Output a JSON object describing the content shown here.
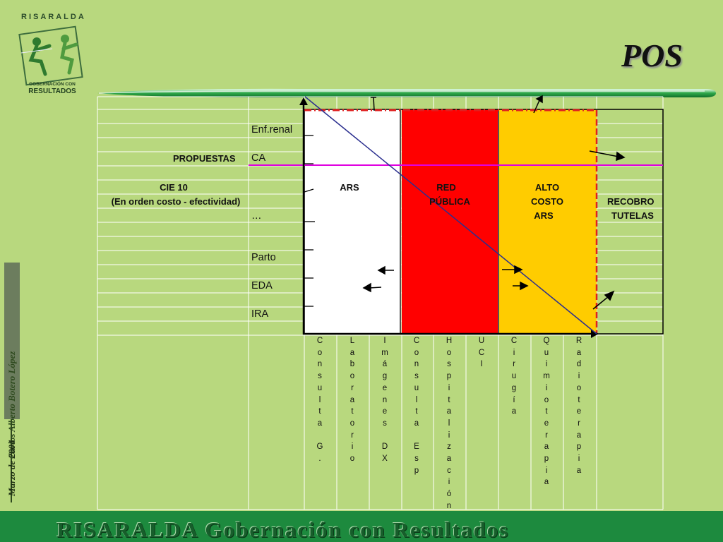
{
  "logo": {
    "top_text": "RISARALDA",
    "mid_text": "GOBERNACIÓN CON",
    "bottom_text": "RESULTADOS"
  },
  "slide_title": "POS",
  "side": {
    "author": "Carlos Alberto Botero López",
    "date": "Marzo de 2004"
  },
  "footer_banner": "RISARALDA Gobernación con Resultados",
  "diagram": {
    "left_column": {
      "propuestas": "PROPUESTAS",
      "cie_line1": "CIE 10",
      "cie_line2": "(En orden costo - efectividad)"
    },
    "conditions": [
      "Enf.renal",
      "CA",
      "…",
      "Parto",
      "EDA",
      "IRA"
    ],
    "zones": {
      "ars": "ARS",
      "red_publica_line1": "RED",
      "red_publica_line2": "PÚBLICA",
      "alto_costo_line1": "ALTO",
      "alto_costo_line2": "COSTO",
      "alto_costo_line3": "ARS",
      "recobro_line1": "RECOBRO",
      "recobro_line2": "TUTELAS"
    },
    "services": [
      "Consulta G.",
      "Laboratorio",
      "Imágenes DX",
      "Consulta Esp",
      "Hospitalización",
      "UCI",
      "Cirugía",
      "Quimioterapia",
      "Radioterapia"
    ],
    "service_columns": [
      "C\no\nn\ns\nu\nl\nt\na\n\nG\n.",
      "L\na\nb\no\nr\na\nt\no\nr\ni\no",
      "I\nm\ná\ng\ne\nn\ne\ns\n\nD\nX",
      "C\no\nn\ns\nu\nl\nt\na\n\nE\ns\np",
      "H\no\ns\np\ni\nt\na\nl\ni\nz\na\nc\ni\nó\nn",
      "U\nC\nI",
      "C\ni\nr\nu\ng\ní\na",
      "Q\nu\ni\nm\ni\no\nt\ne\nr\na\np\ni\na",
      "R\na\nd\ni\no\nt\ne\nr\na\np\ni\na"
    ],
    "colors": {
      "background": "#b8d87e",
      "ars_zone": "#ffffff",
      "red_publica_zone": "#ff0000",
      "alto_costo_zone": "#ffcc00",
      "diagonal": "#2b2f8f",
      "horizontal_line": "#e000e0",
      "dashed_border": "#e02020",
      "footer_band": "#1d8a3e"
    }
  }
}
